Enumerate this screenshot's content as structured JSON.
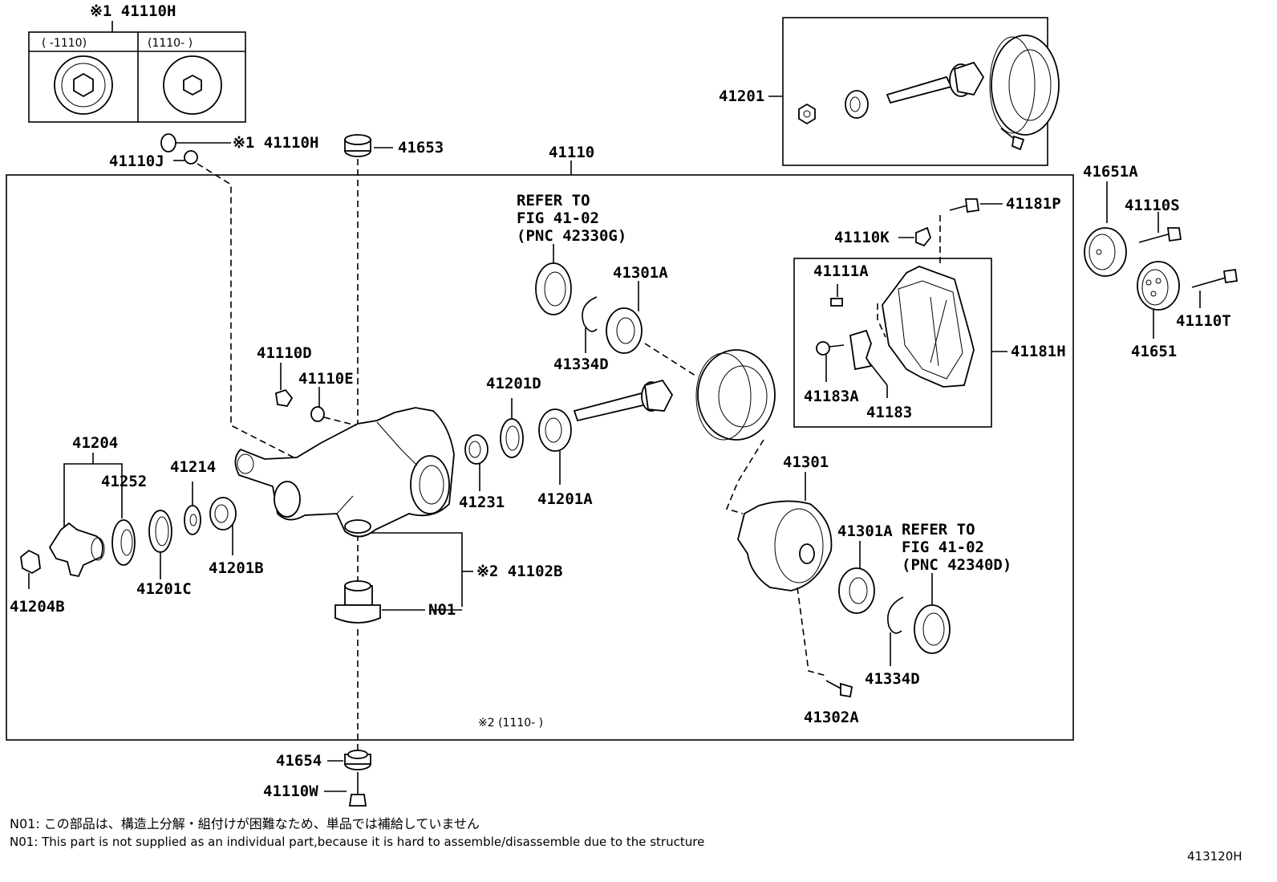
{
  "diagram_id": "413120H",
  "callouts": {
    "c_41110H_top": "※1 41110H",
    "c_41110H_mid": "※1 41110H",
    "c_41110J": "41110J",
    "c_41653": "41653",
    "c_41110": "41110",
    "c_41201": "41201",
    "c_41651A": "41651A",
    "c_41110S": "41110S",
    "c_41110T": "41110T",
    "c_41651": "41651",
    "c_41181P": "41181P",
    "c_41110K": "41110K",
    "c_41111A": "41111A",
    "c_41183A": "41183A",
    "c_41183": "41183",
    "c_41181H": "41181H",
    "c_41301A_a": "41301A",
    "c_41334D_a": "41334D",
    "c_41201D": "41201D",
    "c_41231": "41231",
    "c_41201A": "41201A",
    "c_41110D": "41110D",
    "c_41110E": "41110E",
    "c_41204": "41204",
    "c_41252": "41252",
    "c_41214": "41214",
    "c_41201B": "41201B",
    "c_41201C": "41201C",
    "c_41204B": "41204B",
    "c_41102B": "※2 41102B",
    "c_N01": "N01",
    "c_41301": "41301",
    "c_41301A_b": "41301A",
    "c_41334D_b": "41334D",
    "c_41302A": "41302A",
    "c_41654": "41654",
    "c_41110W": "41110W"
  },
  "refer_top": [
    "REFER TO",
    "FIG 41-02",
    "(PNC 42330G)"
  ],
  "refer_bottom": [
    "REFER TO",
    "FIG 41-02",
    "(PNC 42340D)"
  ],
  "inset": {
    "left_range": "(   -1110)",
    "right_range": "(1110-   )"
  },
  "range_note": "※2 (1110-      )",
  "notes": [
    "N01: この部品は、構造上分解・組付けが困難なため、単品では補給していません",
    "N01: This part is not supplied as an individual part,because it is hard to assemble/disassemble due to the structure"
  ]
}
